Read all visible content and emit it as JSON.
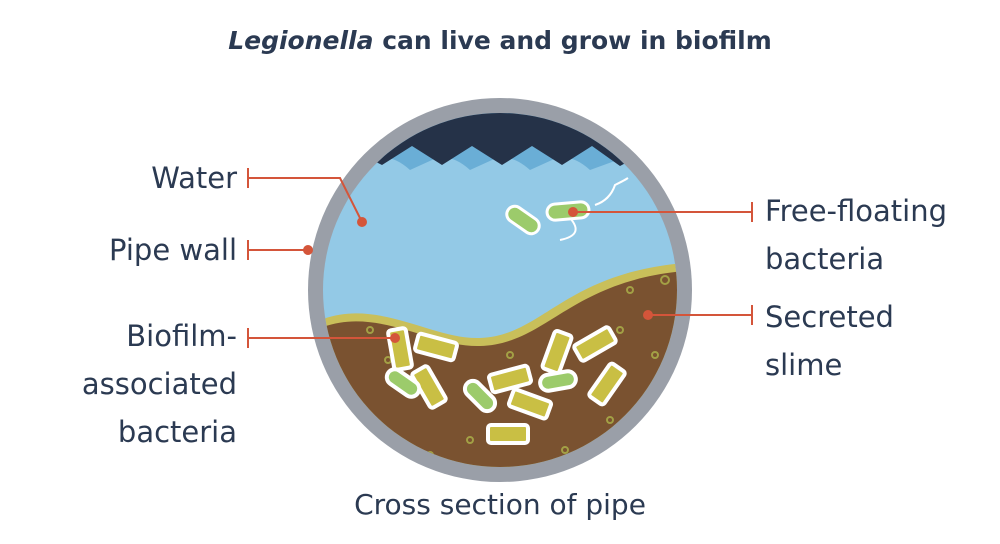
{
  "title": {
    "italic": "Legionella",
    "rest": " can live and grow in biofilm"
  },
  "labels": {
    "water": "Water",
    "pipe_wall": "Pipe wall",
    "biofilm_line1": "Biofilm-",
    "biofilm_line2": "associated",
    "biofilm_line3": "bacteria",
    "free_line1": "Free-floating",
    "free_line2": "bacteria",
    "slime_line1": "Secreted",
    "slime_line2": "slime"
  },
  "caption": "Cross section of pipe",
  "colors": {
    "leader": "#d4553a",
    "text": "#2b3a52",
    "pipe": "#9a9fa8",
    "water": "#93c9e6",
    "air": "#253248",
    "slime": "#7a5230",
    "biofilm_edge": "#c9bf5a"
  }
}
